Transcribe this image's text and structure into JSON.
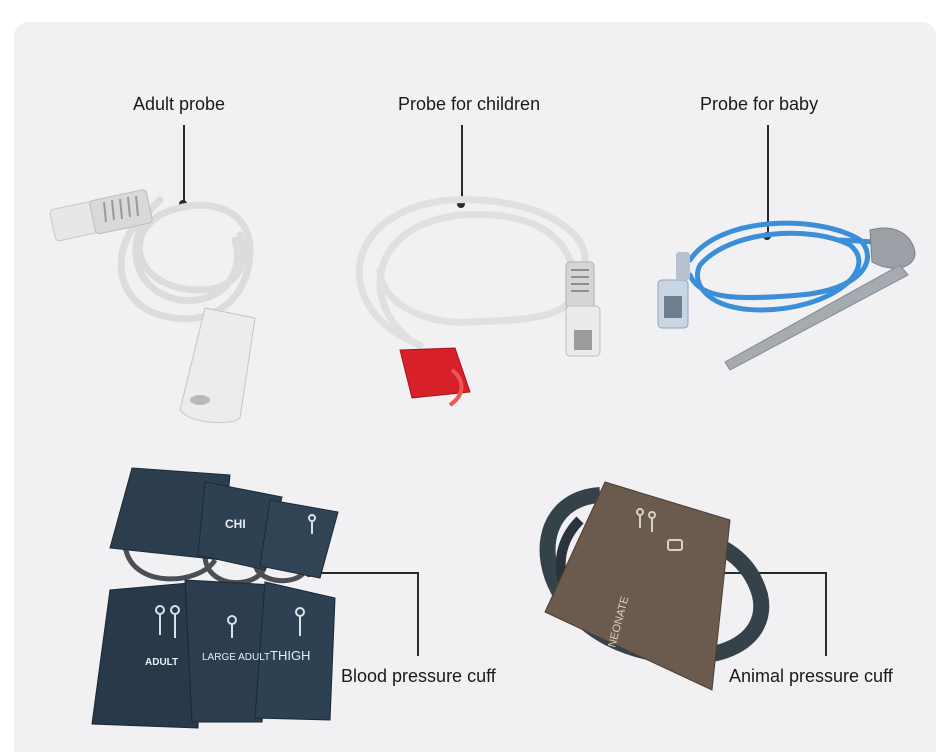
{
  "labels": {
    "adult_probe": "Adult probe",
    "child_probe": "Probe for children",
    "baby_probe": "Probe for baby",
    "bp_cuff": "Blood pressure cuff",
    "animal_cuff": "Animal pressure cuff"
  },
  "cuff_text": {
    "adult": "ADULT",
    "large_adult": "LARGE ADULT",
    "thigh": "THIGH",
    "child": "CHI",
    "neonate": "NEONATE"
  },
  "colors": {
    "background": "#f1f1f3",
    "cable_white": "#e6e6e6",
    "cable_blue": "#3b8fd8",
    "clip_red": "#d8202a",
    "cuff_navy": "#2c3e4e",
    "cuff_brown": "#6b5a4e"
  }
}
